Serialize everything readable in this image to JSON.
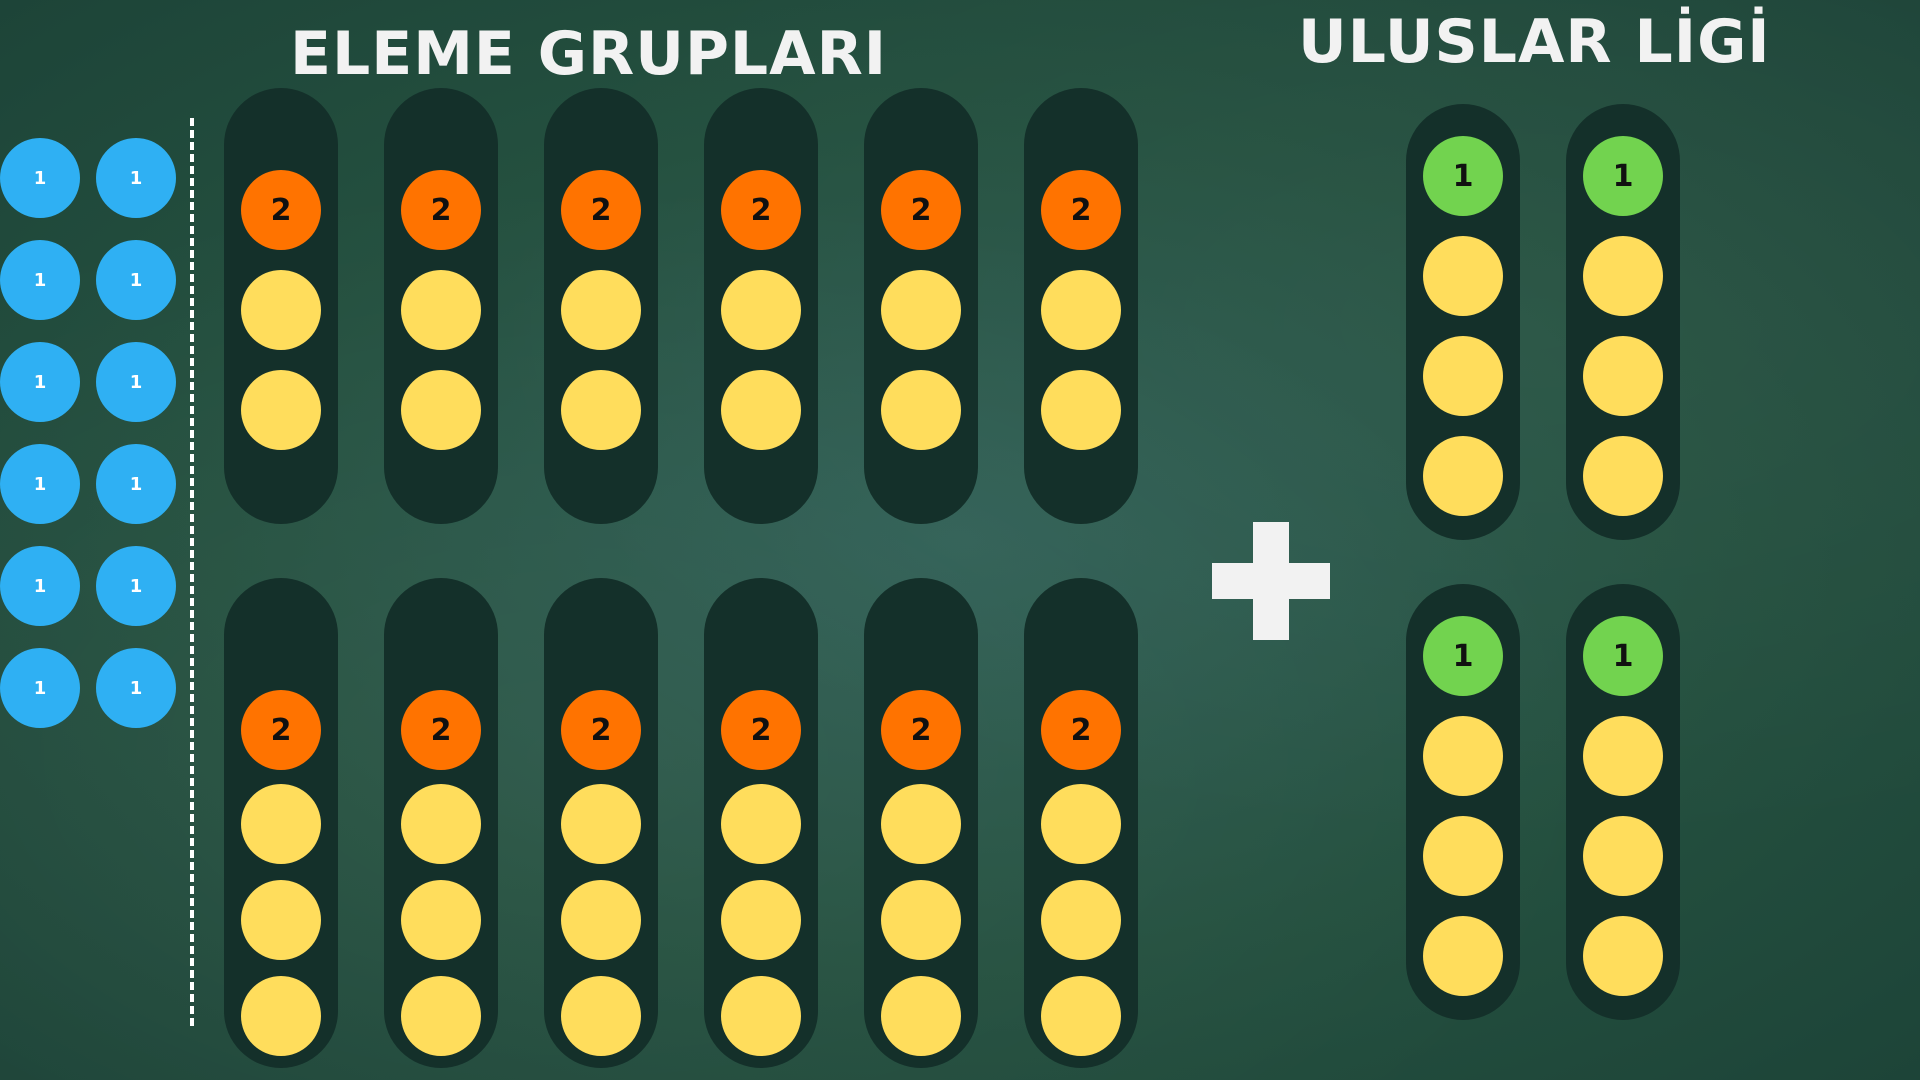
{
  "titles": {
    "eleme": "ELEME GRUPLARI",
    "uluslar": "ULUSLAR LİGİ"
  },
  "colors": {
    "background": "#24503f",
    "column": "#14302a",
    "blue": "#2fb0f3",
    "orange": "#ff7300",
    "yellow": "#ffdd5c",
    "green": "#72d34f"
  },
  "blue_label": "1",
  "orange_label": "2",
  "green_label": "1",
  "icons": {
    "plus": "plus-icon",
    "divider": "dashed-divider-line"
  },
  "eleme_groups": {
    "top_row_groups": 6,
    "bottom_row_groups": 6,
    "top_row_balls": [
      "2",
      "",
      ""
    ],
    "bottom_row_balls": [
      "2",
      "",
      "",
      ""
    ]
  },
  "uluslar_groups": {
    "count": 4,
    "balls": [
      "1",
      "",
      "",
      ""
    ]
  },
  "blue_balls_count": 12
}
